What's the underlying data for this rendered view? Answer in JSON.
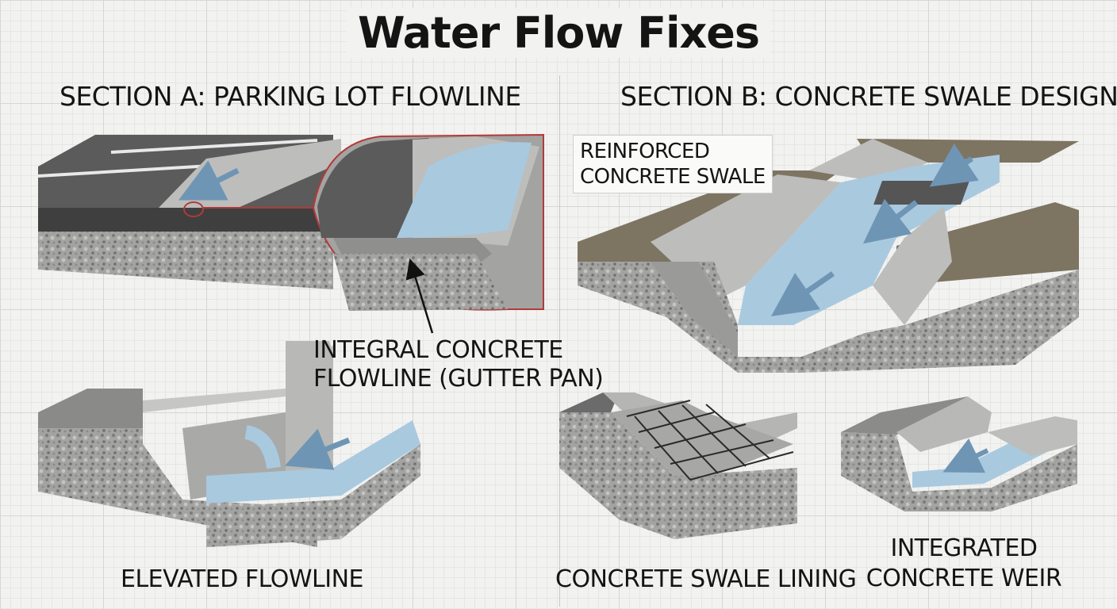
{
  "title": "Water Flow Fixes",
  "section_a": {
    "heading": "SECTION A: PARKING LOT FLOWLINE",
    "callout_line1": "INTEGRAL CONCRETE",
    "callout_line2": "FLOWLINE (GUTTER PAN)",
    "caption": "ELEVATED FLOWLINE"
  },
  "section_b": {
    "heading": "SECTION B: CONCRETE SWALE DESIGN",
    "callout_line1": "REINFORCED",
    "callout_line2": "CONCRETE SWALE",
    "caption_lining": "CONCRETE SWALE LINING",
    "caption_weir_line1": "INTEGRATED",
    "caption_weir_line2": "CONCRETE WEIR"
  },
  "colors": {
    "asphalt": "#5a5a5a",
    "concrete": "#bdbdbb",
    "concrete_dark": "#8f8f8d",
    "gravel": "#9a9a98",
    "water": "#a9c9df",
    "soil": "#7d7462",
    "highlight": "#b23a3a"
  }
}
